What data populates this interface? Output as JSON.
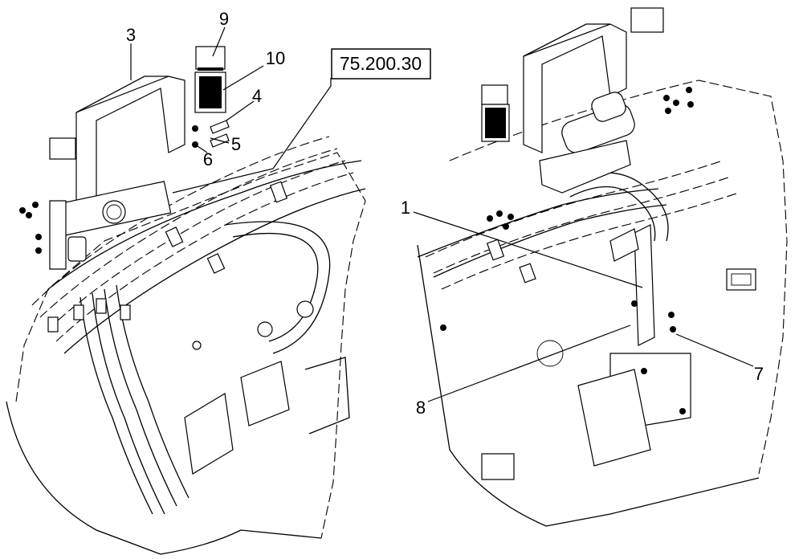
{
  "reference_box": {
    "label": "75.200.30"
  },
  "callouts": {
    "c1": "1",
    "c3": "3",
    "c4": "4",
    "c5": "5",
    "c6": "6",
    "c7": "7",
    "c8": "8",
    "c9": "9",
    "c10": "10"
  }
}
